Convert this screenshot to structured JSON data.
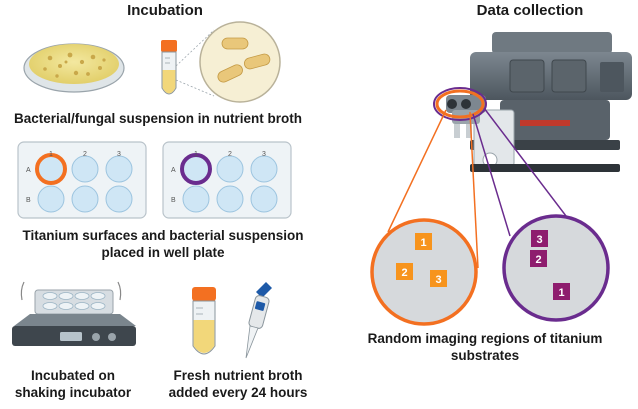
{
  "sections": {
    "incubation": "Incubation",
    "data_collection": "Data collection"
  },
  "captions": {
    "suspension": "Bacterial/fungal suspension in nutrient broth",
    "plate_line1": "Titanium surfaces and bacterial suspension",
    "plate_line2": "placed in well plate",
    "shaker_line1": "Incubated on",
    "shaker_line2": "shaking incubator",
    "broth_line1": "Fresh nutrient broth",
    "broth_line2": "added every 24 hours",
    "imaging_line1": "Random imaging regions of titanium",
    "imaging_line2": "substrates"
  },
  "well_plate": {
    "columns": [
      "1",
      "2",
      "3"
    ],
    "rows": [
      "A",
      "B"
    ]
  },
  "imaging_regions": {
    "orange": [
      "1",
      "2",
      "3"
    ],
    "purple": [
      "3",
      "2",
      "1"
    ]
  },
  "colors": {
    "orange": "#f37021",
    "purple": "#6a2c8e",
    "well_fill": "#cfe6f5",
    "orange_marker": "#f7941d",
    "purple_marker": "#8e1d6e"
  }
}
